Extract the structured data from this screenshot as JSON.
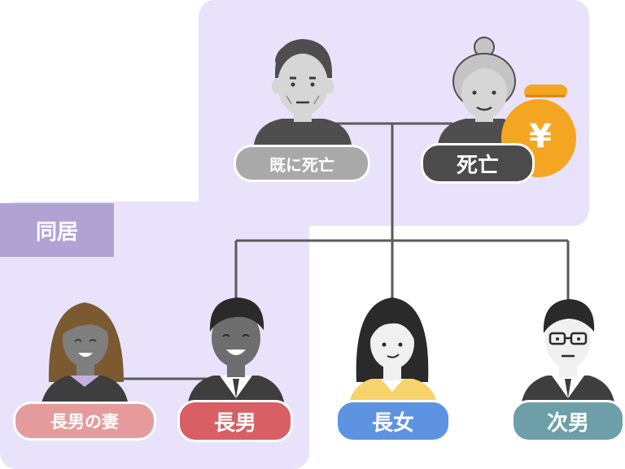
{
  "colors": {
    "region": "#e9e2fb",
    "tag": "#b1a2d4",
    "line": "#5a5a5a",
    "deceased_first": "#a9a9a9",
    "deceased": "#4b4b4b",
    "wife": "#e59b9b",
    "eldest_son": "#d85f63",
    "eldest_daughter": "#5e93e2",
    "second_son": "#6e9fa8",
    "money": "#f4a623"
  },
  "labels": {
    "cohabit": "同居",
    "grandfather": "既に死亡",
    "grandmother": "死亡",
    "wife": "長男の妻",
    "eldest_son": "長男",
    "eldest_daughter": "長女",
    "second_son": "次男",
    "money_symbol": "¥"
  },
  "icons": {
    "grandfather": "elderly-man-icon",
    "grandmother": "elderly-woman-icon",
    "wife": "woman-icon",
    "eldest_son": "man-icon",
    "eldest_daughter": "woman-icon",
    "second_son": "man-with-glasses-icon",
    "money": "money-bag-icon"
  }
}
